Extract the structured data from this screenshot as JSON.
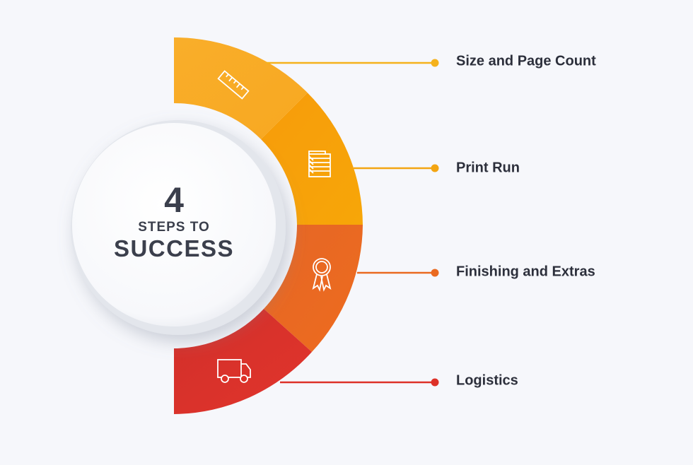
{
  "center": {
    "number": "4",
    "line1": "STEPS TO",
    "line2": "SUCCESS"
  },
  "steps": [
    {
      "label": "Size and Page Count",
      "icon": "ruler-icon",
      "color": "#f9aa23"
    },
    {
      "label": "Print Run",
      "icon": "paper-stack-icon",
      "color": "#f79d0a"
    },
    {
      "label": "Finishing and Extras",
      "icon": "award-ribbon-icon",
      "color": "#ea6a20"
    },
    {
      "label": "Logistics",
      "icon": "truck-icon",
      "color": "#dd3128"
    }
  ],
  "colors": {
    "background": "#f6f7fb",
    "text": "#2c2f3b",
    "center_text": "#3b3f4c"
  }
}
